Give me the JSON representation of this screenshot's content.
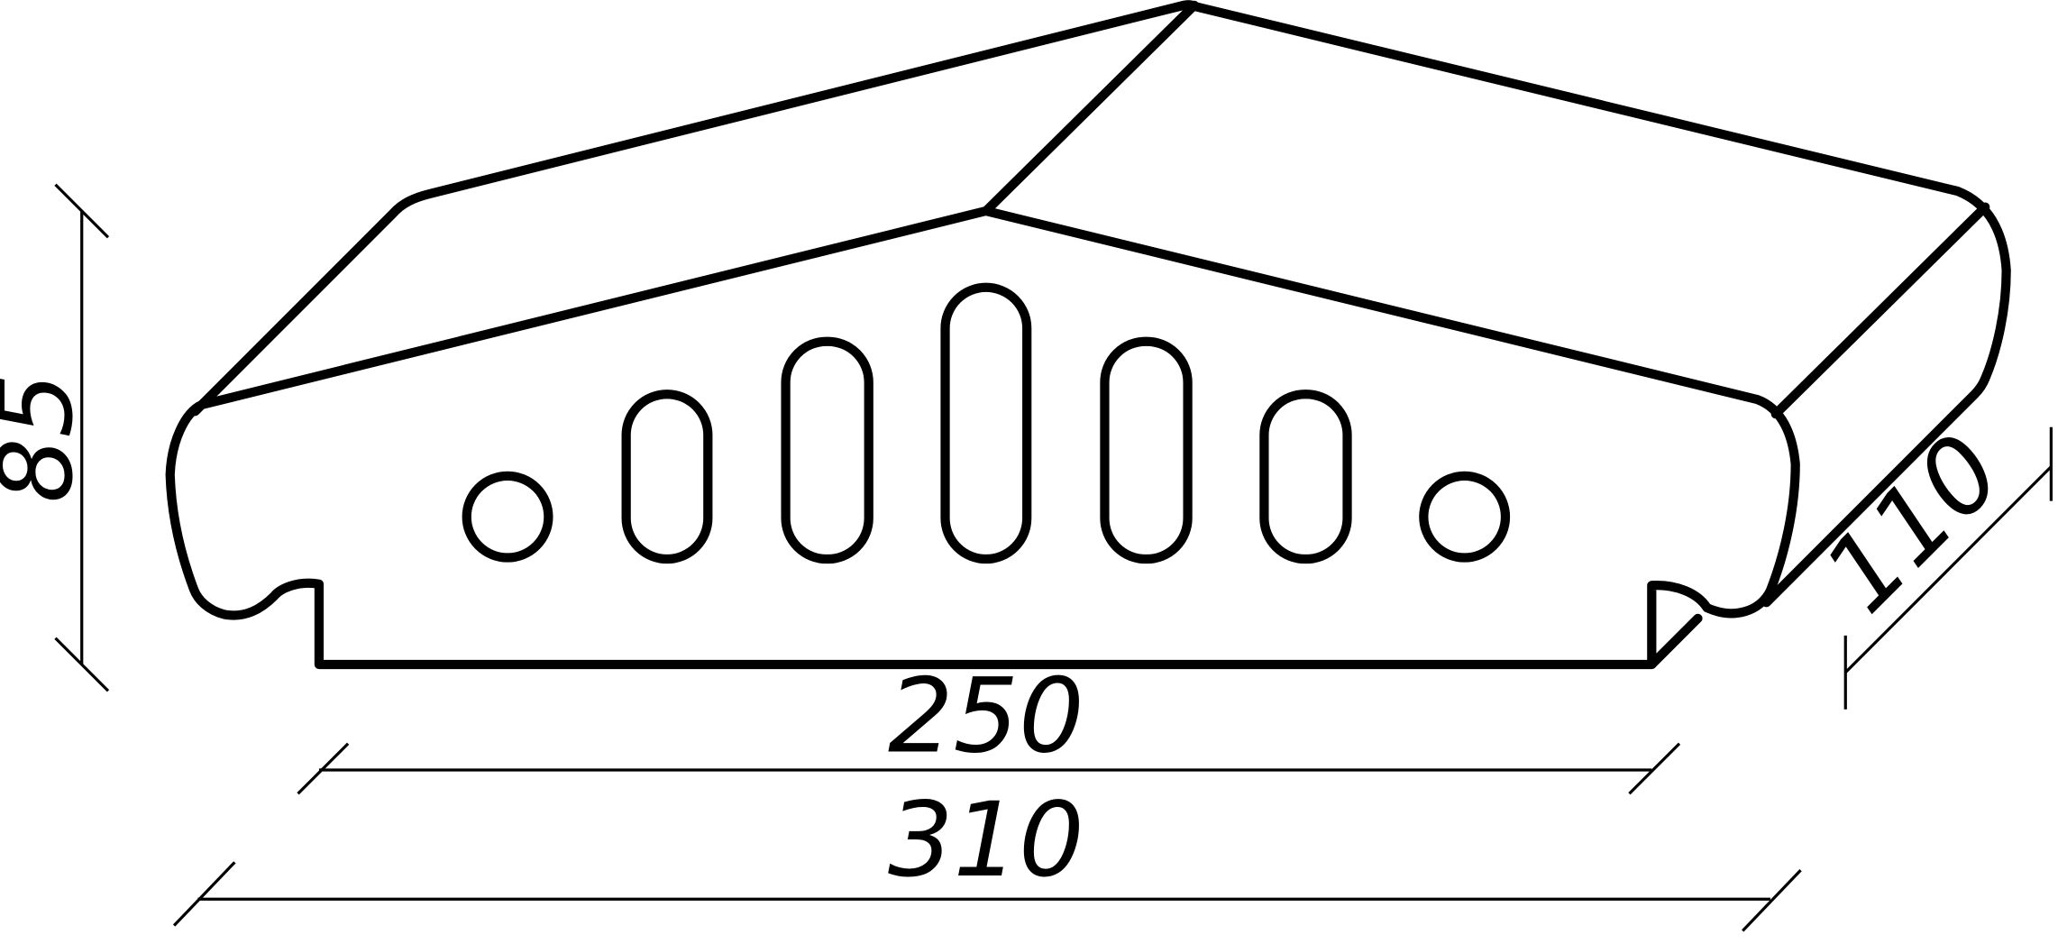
{
  "dimensions": {
    "height": "85",
    "inner_width": "250",
    "outer_width": "310",
    "depth": "110"
  },
  "colors": {
    "stroke": "#000000",
    "background": "#ffffff"
  }
}
